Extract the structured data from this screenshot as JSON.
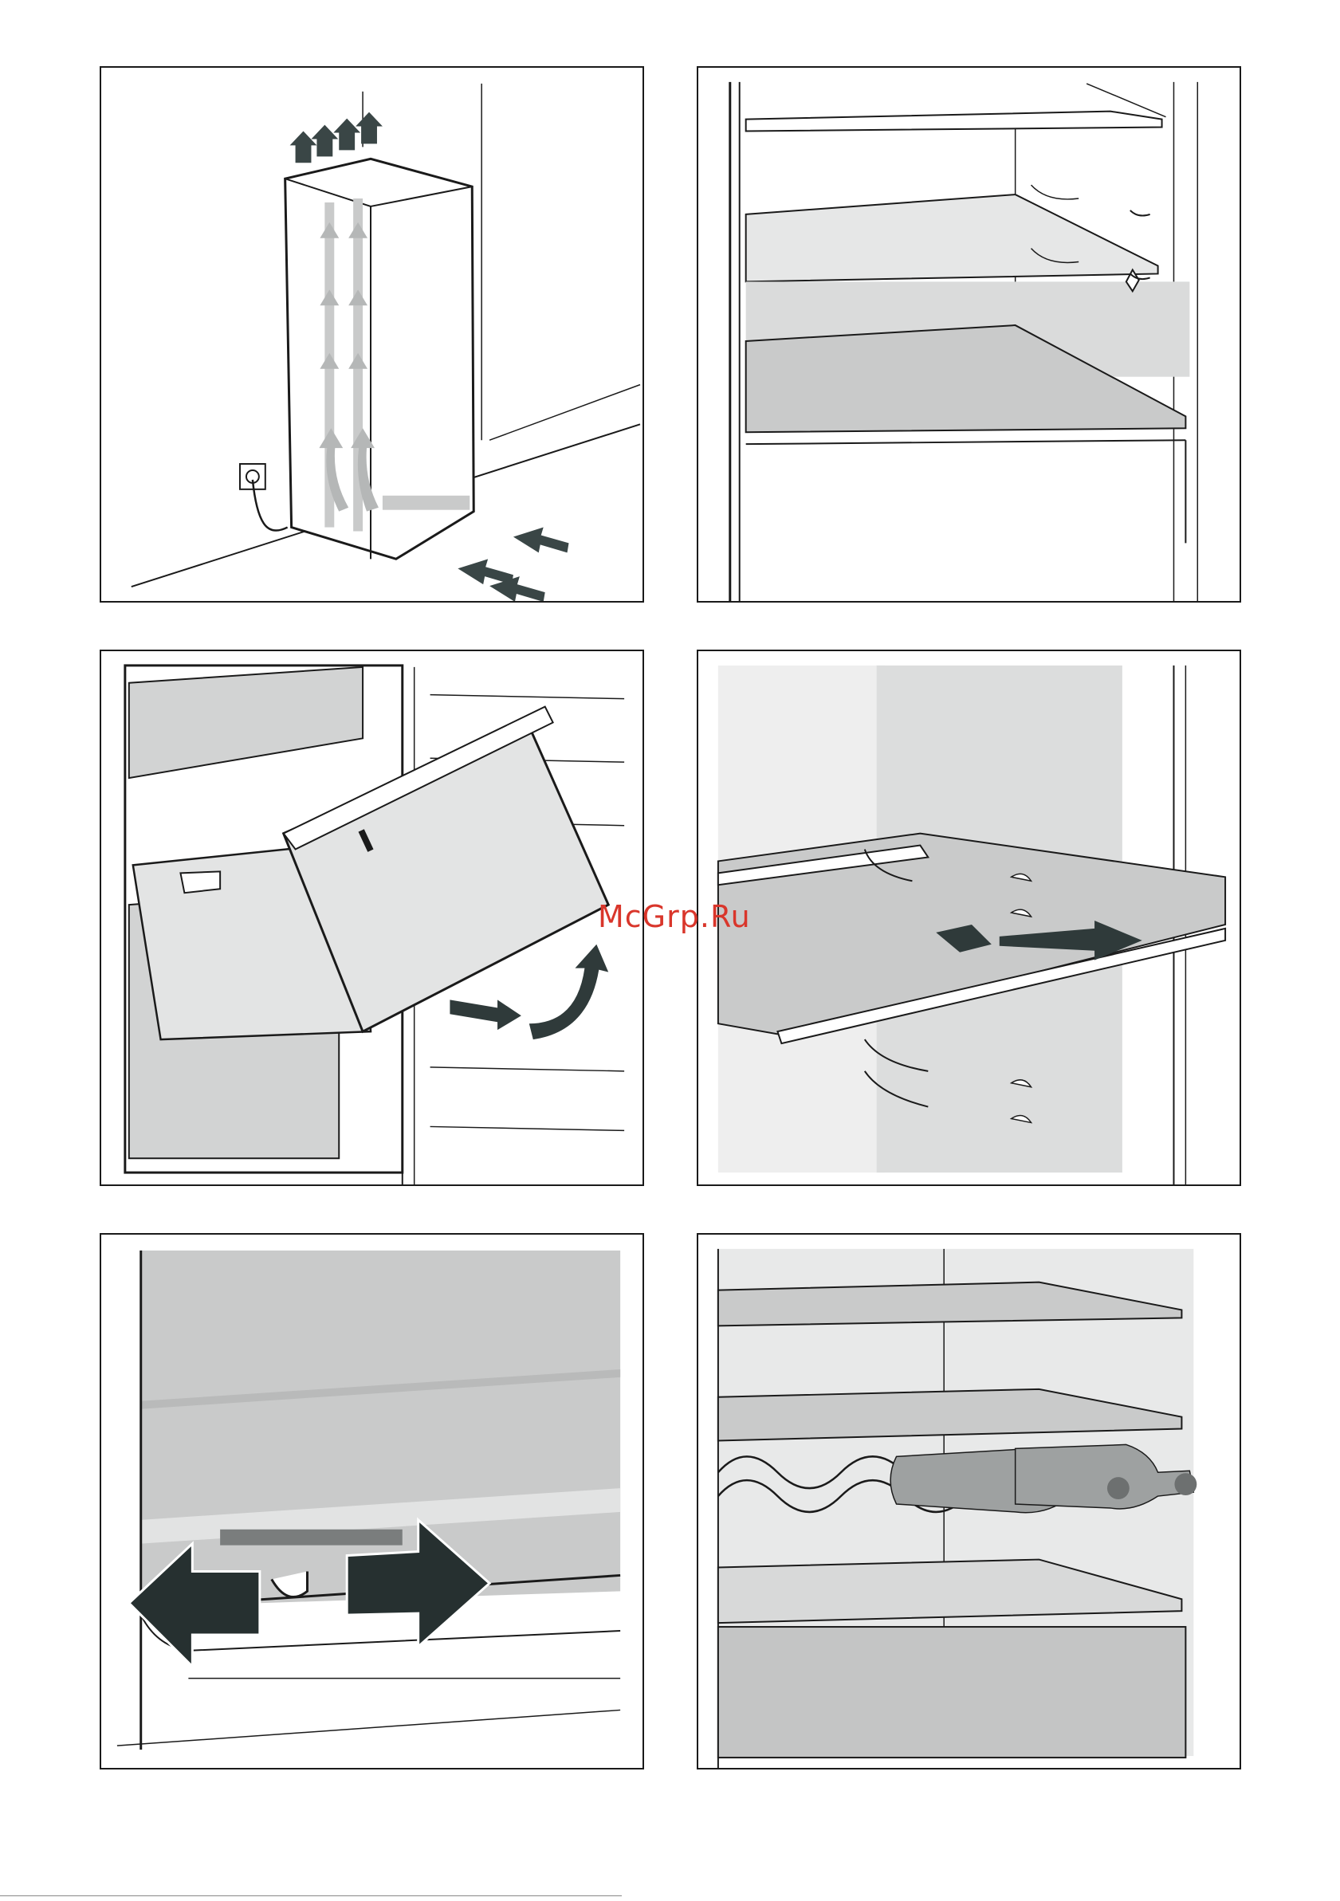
{
  "watermark": {
    "text": "McGrp.Ru",
    "color": "#d9362b"
  },
  "panels": [
    {
      "id": "ventilation",
      "icon": "fridge-airflow-illustration"
    },
    {
      "id": "shelves",
      "icon": "glass-shelves-illustration"
    },
    {
      "id": "drawer-removal",
      "icon": "drawer-removal-illustration"
    },
    {
      "id": "shelf-removal",
      "icon": "shelf-slide-out-illustration"
    },
    {
      "id": "slider-adjust",
      "icon": "slider-adjust-illustration"
    },
    {
      "id": "wine-rack",
      "icon": "bottle-rack-illustration"
    }
  ],
  "colors": {
    "line": "#1a1a1a",
    "arrow": "#2f3a3a",
    "grey_fill": "#c9caca",
    "light_grey": "#e3e4e4"
  }
}
